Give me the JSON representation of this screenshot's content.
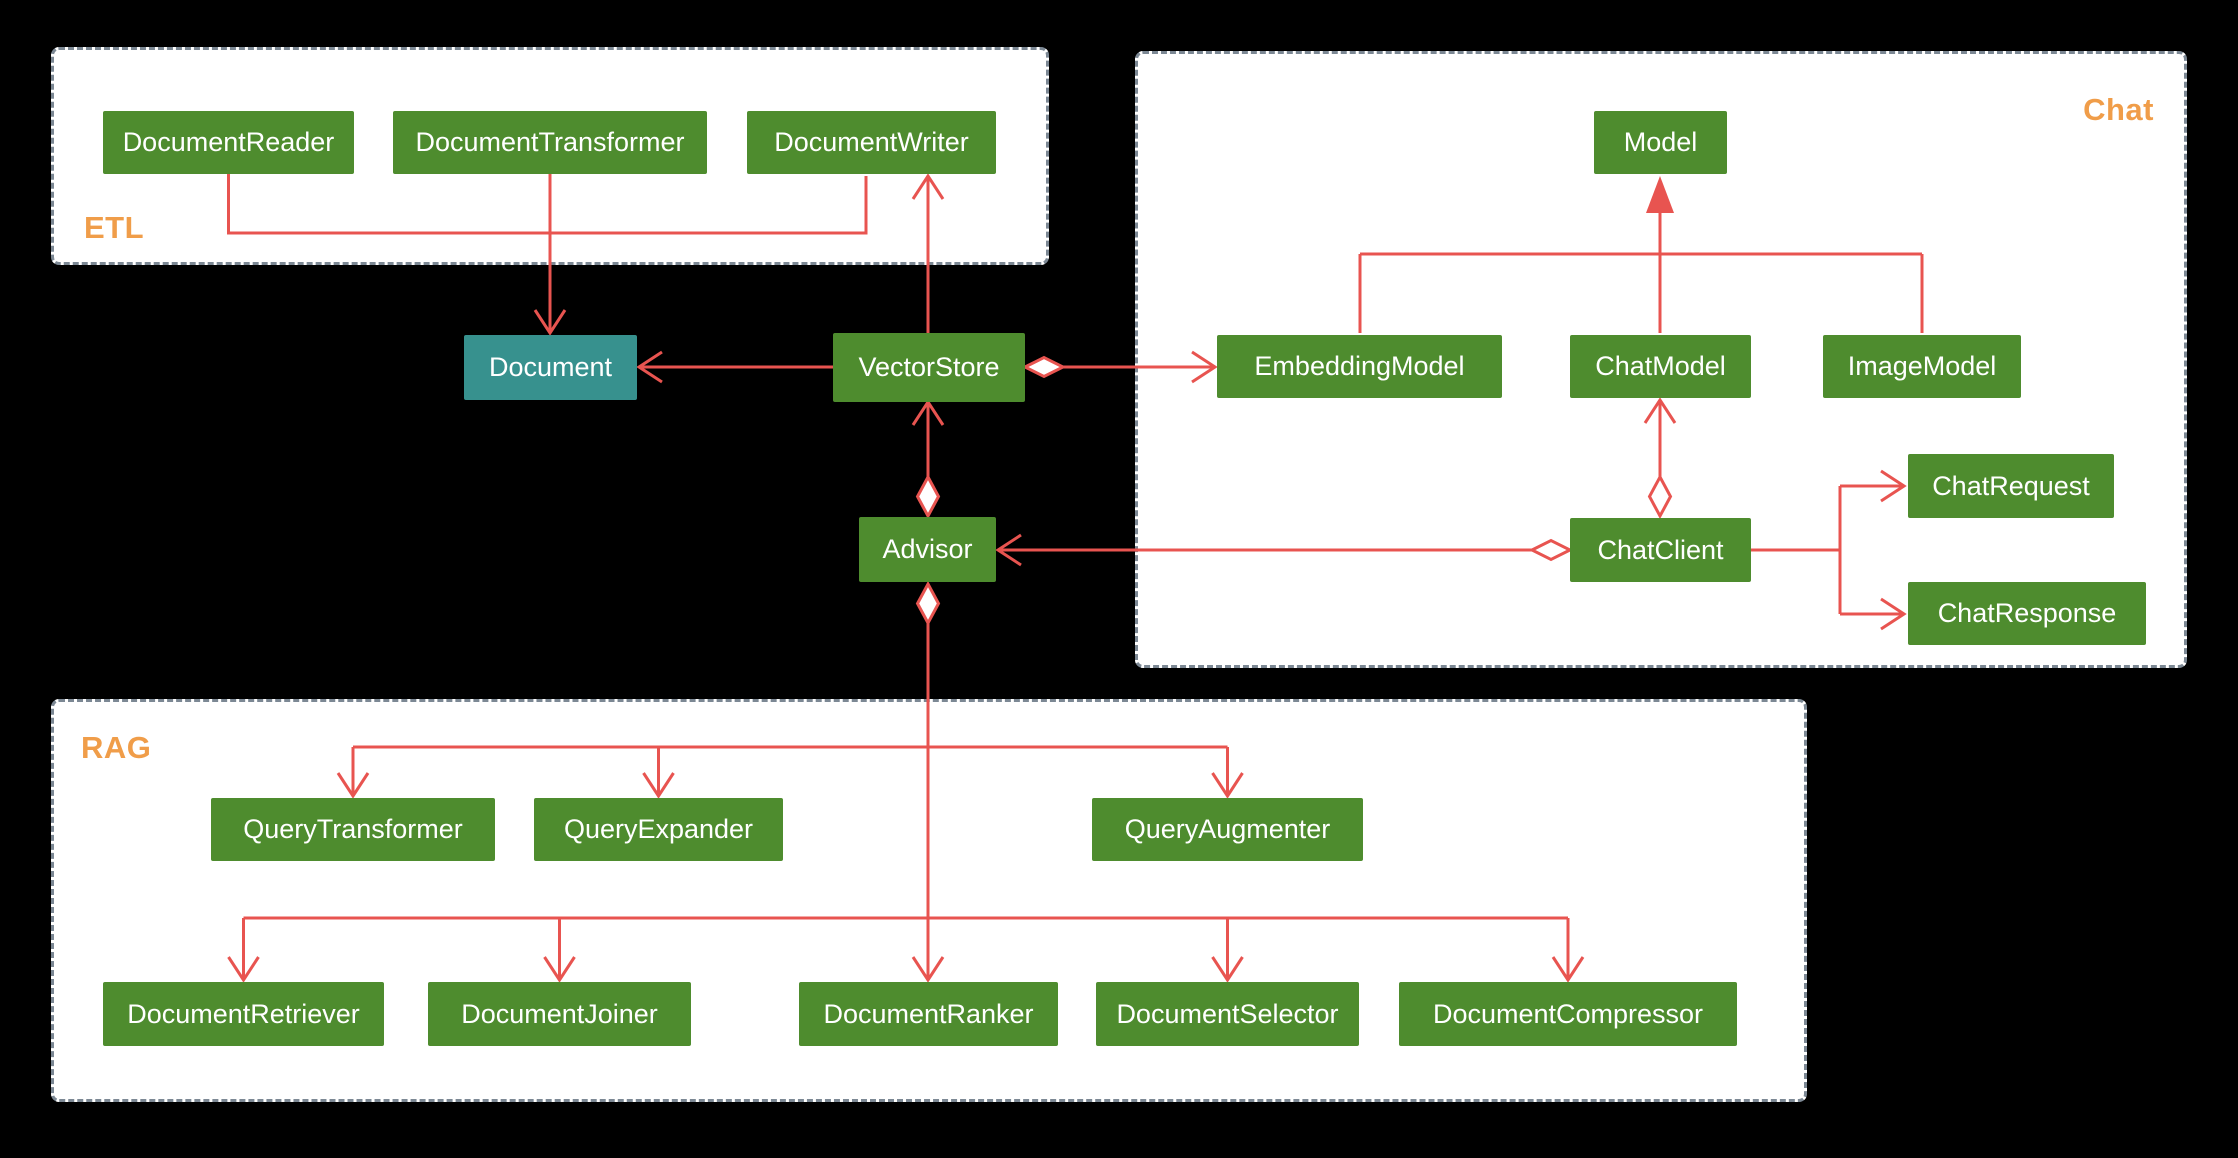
{
  "groups": {
    "etl": {
      "label": "ETL"
    },
    "chat": {
      "label": "Chat"
    },
    "rag": {
      "label": "RAG"
    }
  },
  "nodes": {
    "document_reader": {
      "label": "DocumentReader"
    },
    "document_transformer": {
      "label": "DocumentTransformer"
    },
    "document_writer": {
      "label": "DocumentWriter"
    },
    "document": {
      "label": "Document"
    },
    "vector_store": {
      "label": "VectorStore"
    },
    "model": {
      "label": "Model"
    },
    "embedding_model": {
      "label": "EmbeddingModel"
    },
    "chat_model": {
      "label": "ChatModel"
    },
    "image_model": {
      "label": "ImageModel"
    },
    "chat_request": {
      "label": "ChatRequest"
    },
    "chat_client": {
      "label": "ChatClient"
    },
    "chat_response": {
      "label": "ChatResponse"
    },
    "advisor": {
      "label": "Advisor"
    },
    "query_transformer": {
      "label": "QueryTransformer"
    },
    "query_expander": {
      "label": "QueryExpander"
    },
    "query_augmenter": {
      "label": "QueryAugmenter"
    },
    "document_retriever": {
      "label": "DocumentRetriever"
    },
    "document_joiner": {
      "label": "DocumentJoiner"
    },
    "document_ranker": {
      "label": "DocumentRanker"
    },
    "document_selector": {
      "label": "DocumentSelector"
    },
    "document_compressor": {
      "label": "DocumentCompressor"
    }
  },
  "colors": {
    "background": "#000000",
    "group_fill": "#ffffff",
    "group_border": "#7c8894",
    "group_label": "#f09d49",
    "node_green": "#4e8c2e",
    "node_teal": "#37918e",
    "node_text": "#ffffff",
    "connector": "#e85450",
    "diamond_fill": "#ffffff"
  }
}
